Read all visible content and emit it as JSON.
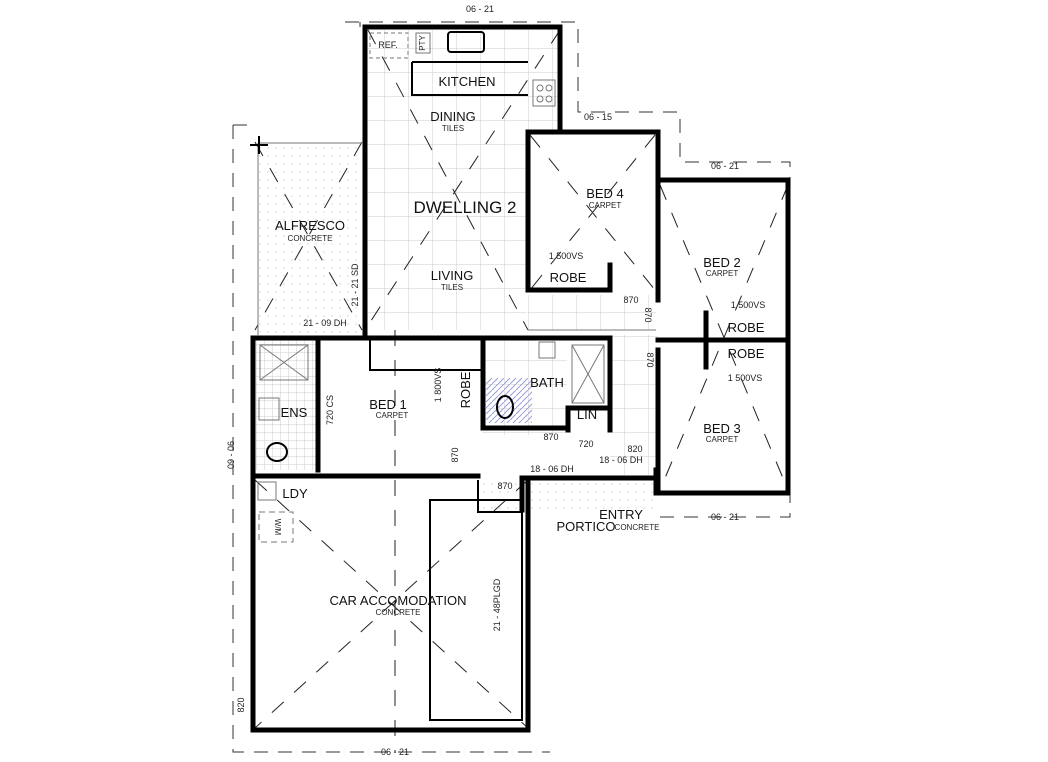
{
  "plan": {
    "title": "DWELLING 2",
    "rooms": {
      "kitchen": "KITCHEN",
      "dining": "DINING",
      "dining_floor": "TILES",
      "living": "LIVING",
      "living_floor": "TILES",
      "alfresco": "ALFRESCO",
      "alfresco_floor": "CONCRETE",
      "bed4": "BED 4",
      "bed4_floor": "CARPET",
      "bed2": "BED 2",
      "bed2_floor": "CARPET",
      "bed3": "BED 3",
      "bed3_floor": "CARPET",
      "bed1": "BED 1",
      "bed1_floor": "CARPET",
      "ens": "ENS",
      "bath": "BATH",
      "lin": "LIN",
      "ldy": "LDY",
      "entry": "ENTRY",
      "portico": "PORTICO",
      "portico_floor": "CONCRETE",
      "garage": "CAR ACCOMODATION",
      "garage_floor": "CONCRETE",
      "robe": "ROBE"
    },
    "fixtures": {
      "ref": "REF.",
      "pty": "PTY",
      "wm": "W/M"
    },
    "dimensions": {
      "top": "06 - 21",
      "bed4_top": "06 - 15",
      "bed2_top": "06 - 21",
      "bed3_bottom": "06 - 21",
      "garage_bottom": "06 - 21",
      "left_side": "09 - 06",
      "left_bottom": "820",
      "living_sd": "21 - 21 SD",
      "alfresco_dh": "21 - 09 DH",
      "robe_vs": "1 500VS",
      "bed1_robe_vs": "1 800VS",
      "ens_cs": "720 CS",
      "door_870": "870",
      "door_720": "720",
      "door_820": "820",
      "entry_dh": "18 - 06 DH",
      "garage_door": "21 - 48PLGD"
    }
  }
}
